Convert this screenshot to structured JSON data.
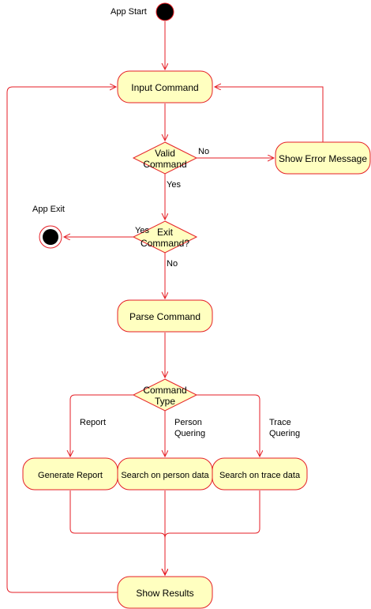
{
  "colors": {
    "stroke": "#e51e25",
    "fill": "#ffffc0",
    "node_fill": "#000000",
    "text": "#000000"
  },
  "labels": {
    "app_start": "App Start",
    "app_exit": "App Exit"
  },
  "nodes": {
    "input_command": "Input Command",
    "show_error": "Show Error Message",
    "parse_command": "Parse Command",
    "generate_report": "Generate Report",
    "search_person": "Search on person data",
    "search_trace": "Search on trace data",
    "show_results": "Show Results"
  },
  "decisions": {
    "valid_command": [
      "Valid",
      "Command"
    ],
    "exit_command": [
      "Exit",
      "Command?"
    ],
    "command_type": [
      "Command",
      "Type"
    ]
  },
  "edges": {
    "valid_no": "No",
    "valid_yes": "Yes",
    "exit_yes": "Yes",
    "exit_no": "No",
    "report": "Report",
    "person": [
      "Person",
      "Quering"
    ],
    "trace": [
      "Trace",
      "Quering"
    ]
  }
}
